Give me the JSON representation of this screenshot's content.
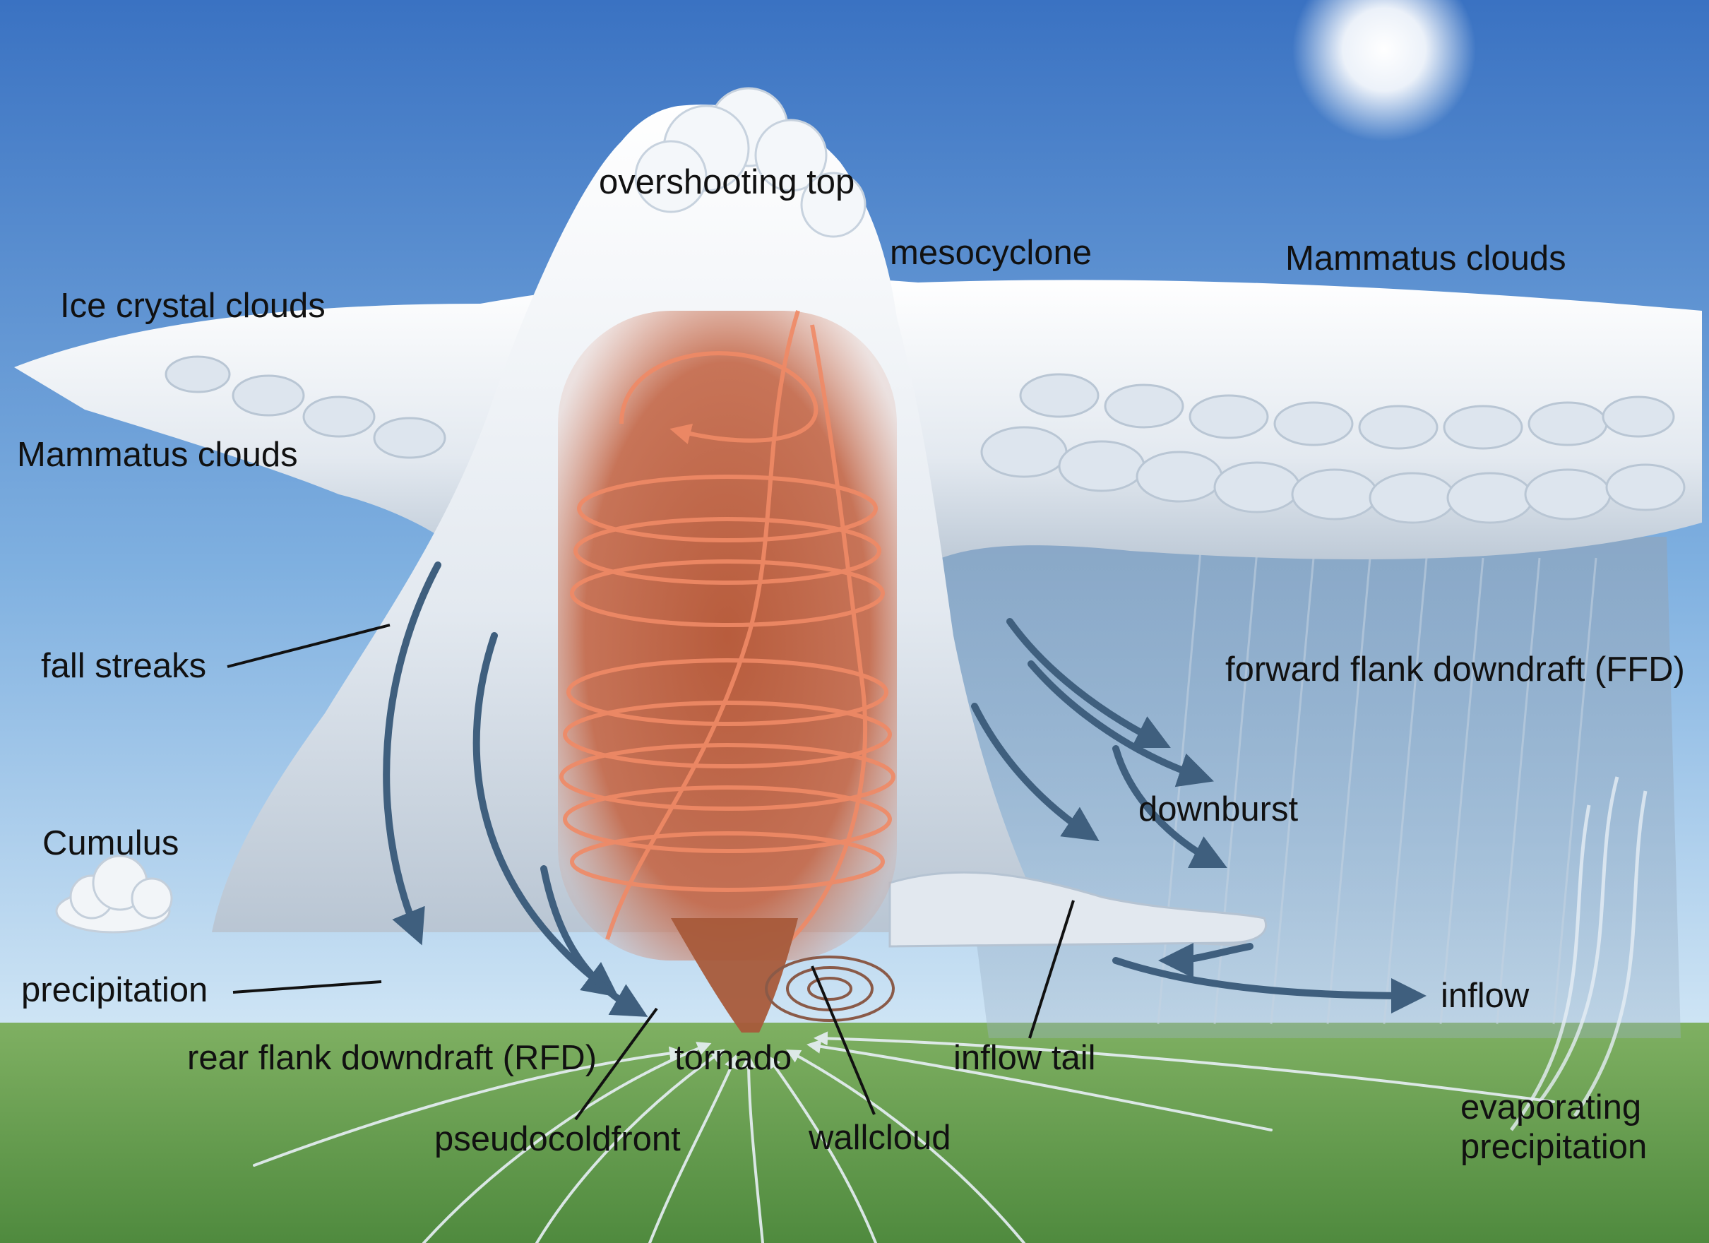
{
  "diagram": {
    "labels": {
      "overshooting_top": "overshooting top",
      "mesocyclone": "mesocyclone",
      "mammatus_right": "Mammatus clouds",
      "ice_crystal": "Ice crystal clouds",
      "mammatus_left": "Mammatus clouds",
      "fall_streaks": "fall streaks",
      "ffd": "forward flank downdraft (FFD)",
      "downburst": "downburst",
      "cumulus": "Cumulus",
      "precipitation": "precipitation",
      "inflow": "inflow",
      "rfd": "rear flank downdraft (RFD)",
      "tornado": "tornado",
      "inflow_tail": "inflow tail",
      "pseudocoldfront": "pseudocoldfront",
      "wallcloud": "wallcloud",
      "evaporating_precipitation": "evaporating\nprecipitation"
    },
    "colors": {
      "sky_top": "#3a72c2",
      "sky_horizon": "#c9e2f4",
      "ground": "#6a9e50",
      "cloud": "#eef2f6",
      "cloud_shadow": "#a9b7c6",
      "updraft": "#b5502e",
      "spiral": "#f08a66",
      "arrow": "#3f5f7e",
      "leader_line": "#111111"
    }
  }
}
